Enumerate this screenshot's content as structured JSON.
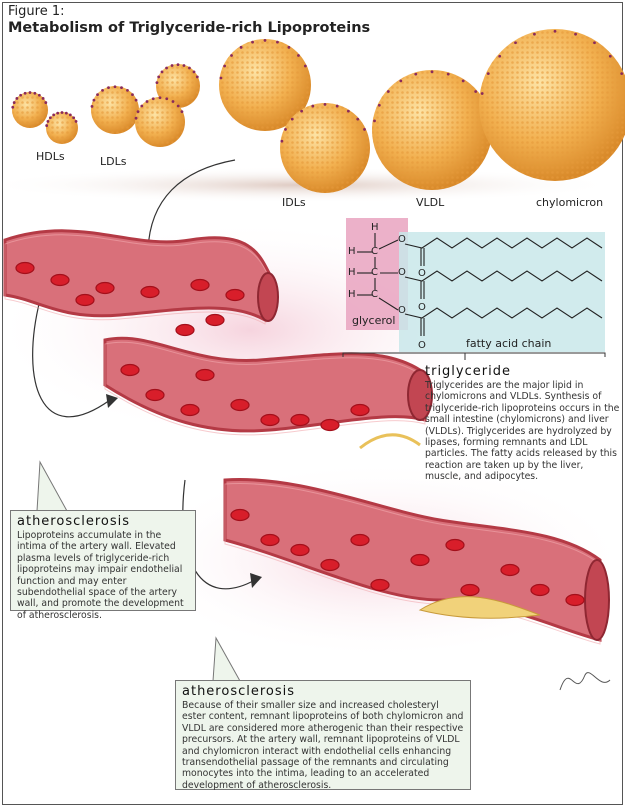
{
  "figure": {
    "label": "Figure 1:",
    "title": "Metabolism of Triglyceride-rich Lipoproteins"
  },
  "particles": [
    {
      "name": "HDLs"
    },
    {
      "name": "LDLs"
    },
    {
      "name": "IDLs"
    },
    {
      "name": "VLDL"
    },
    {
      "name": "chylomicron"
    }
  ],
  "structure": {
    "atoms": {
      "H": "H",
      "C": "C",
      "O": "O"
    },
    "glycerol_label": "glycerol",
    "fatty_acid_label": "fatty acid chain"
  },
  "triglyceride": {
    "heading": "triglyceride",
    "body": "Triglycerides are the major lipid in chylomicrons and VLDLs. Synthesis of triglyceride-rich lipoproteins occurs in the small intestine (chylomicrons) and liver (VLDLs). Triglycerides are hydrolyzed by lipases, forming remnants and LDL particles. The fatty acids released by this reaction are taken up by the liver, muscle, and adipocytes."
  },
  "atherosclerosis_1": {
    "heading": "atherosclerosis",
    "body": "Lipoproteins accumulate in the intima of the artery wall. Elevated plasma levels of triglyceride-rich lipoproteins may impair endothelial function and may enter subendothelial space of the artery wall, and promote the development of atherosclerosis."
  },
  "atherosclerosis_2": {
    "heading": "atherosclerosis",
    "body": "Because of their smaller size and increased cholesteryl ester content, remnant lipoproteins of both chylomicron and VLDL are considered more atherogenic than their respective precursors. At the artery wall, remnant lipoproteins of VLDL and chylomicron interact with endothelial cells enhancing transendothelial passage of the remnants and circulating monocytes into the intima, leading to an accelerated development of atherosclerosis."
  },
  "colors": {
    "particle": "#f2b04f",
    "artery": "#c94a52",
    "rbc": "#d81e2a",
    "glycerol": "#e9a3c0",
    "fatty_acid": "#c9e7ea",
    "box": "#eef5ec"
  }
}
